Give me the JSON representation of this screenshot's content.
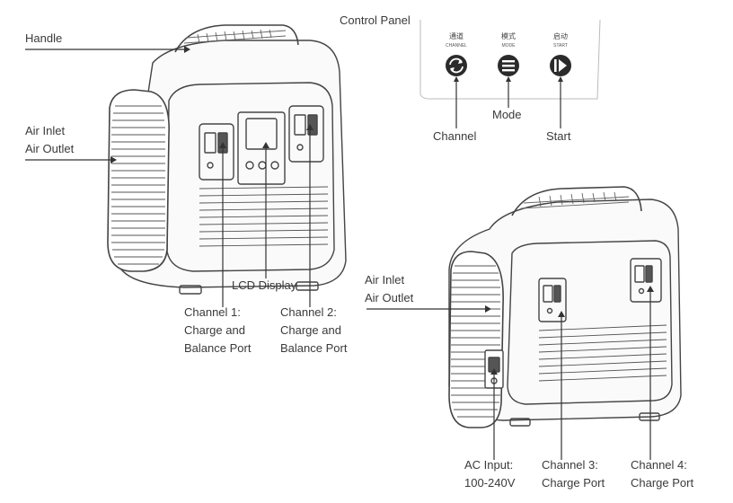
{
  "labels": {
    "handle": "Handle",
    "air_left": [
      "Air Inlet",
      "Air Outlet"
    ],
    "control_panel": "Control Panel",
    "channel": "Channel",
    "mode": "Mode",
    "start": "Start",
    "lcd": "LCD Display",
    "channel1": [
      "Channel 1:",
      "Charge and",
      "Balance Port"
    ],
    "channel2": [
      "Channel 2:",
      "Charge and",
      "Balance Port"
    ],
    "air_right": [
      "Air Inlet",
      "Air Outlet"
    ],
    "ac_input": [
      "AC Input:",
      "100-240V"
    ],
    "channel3": [
      "Channel 3:",
      "Charge Port"
    ],
    "channel4": [
      "Channel 4:",
      "Charge Port"
    ]
  },
  "control_panel_buttons": [
    {
      "cn": "通道",
      "en": "CHANNEL",
      "icon": "channel-icon"
    },
    {
      "cn": "模式",
      "en": "MODE",
      "icon": "mode-icon"
    },
    {
      "cn": "启动",
      "en": "START",
      "icon": "start-icon"
    }
  ]
}
